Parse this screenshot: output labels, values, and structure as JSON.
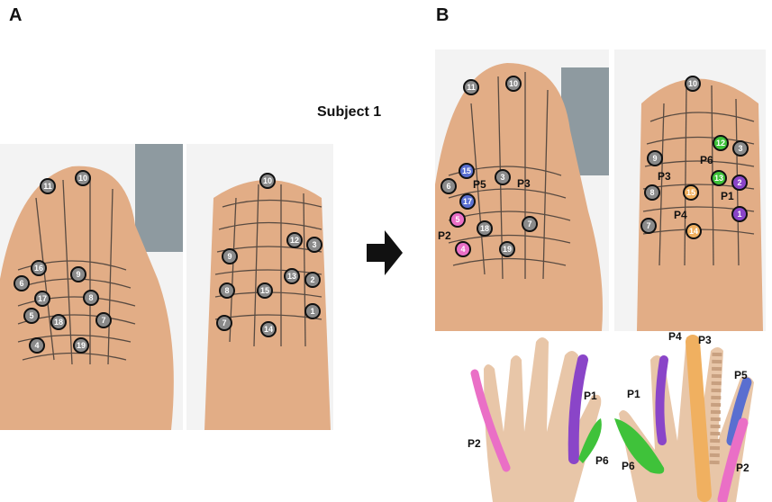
{
  "panel_labels": {
    "a": "A",
    "b": "B"
  },
  "subject_label": "Subject 1",
  "palette": {
    "gray": "#8a8a8a",
    "blue": "#5a6fd0",
    "pink": "#ea6fc6",
    "green": "#3fc23a",
    "purple": "#8a45c8",
    "orange": "#f0b060",
    "skin": "#e8c6a8",
    "grid": "#2a2a2a"
  },
  "panel_a": {
    "left_points": [
      "11",
      "10",
      "16",
      "9",
      "6",
      "17",
      "8",
      "5",
      "18",
      "7",
      "4",
      "19"
    ],
    "right_points": [
      "10",
      "12",
      "3",
      "9",
      "13",
      "2",
      "8",
      "15",
      "1",
      "7",
      "14"
    ]
  },
  "panel_b": {
    "left_points": [
      "11",
      "10",
      "15",
      "3",
      "6",
      "17",
      "5",
      "18",
      "7",
      "4",
      "19"
    ],
    "left_pairs": [
      "P5",
      "P3",
      "P2"
    ],
    "right_points": [
      "10",
      "12",
      "3",
      "9",
      "13",
      "2",
      "8",
      "15",
      "1",
      "7",
      "14"
    ],
    "right_pairs": [
      "P6",
      "P3",
      "P1",
      "P4"
    ]
  },
  "hand_labels": {
    "dorsal": [
      "P1",
      "P2",
      "P6"
    ],
    "palmar": [
      "P4",
      "P3",
      "P1",
      "P5",
      "P6",
      "P2"
    ]
  }
}
